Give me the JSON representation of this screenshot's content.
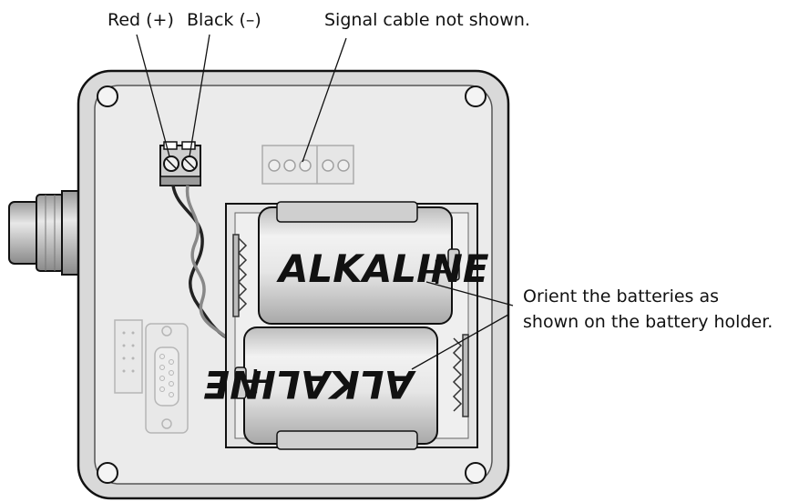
{
  "callouts": {
    "red_terminal": "Red (+)",
    "black_terminal": "Black (–)",
    "signal_cable": "Signal cable not shown.",
    "orient_line1": "Orient the batteries as",
    "orient_line2": "shown on the battery holder."
  },
  "batteries": {
    "label": "ALKALINE",
    "plus": "+"
  },
  "colors": {
    "enclosure_fill": "#d9d9d9",
    "panel_fill": "#ebebeb",
    "outline": "#111111",
    "battery_fill": "#d4d4d4",
    "battery_light": "#f0f0f0"
  }
}
